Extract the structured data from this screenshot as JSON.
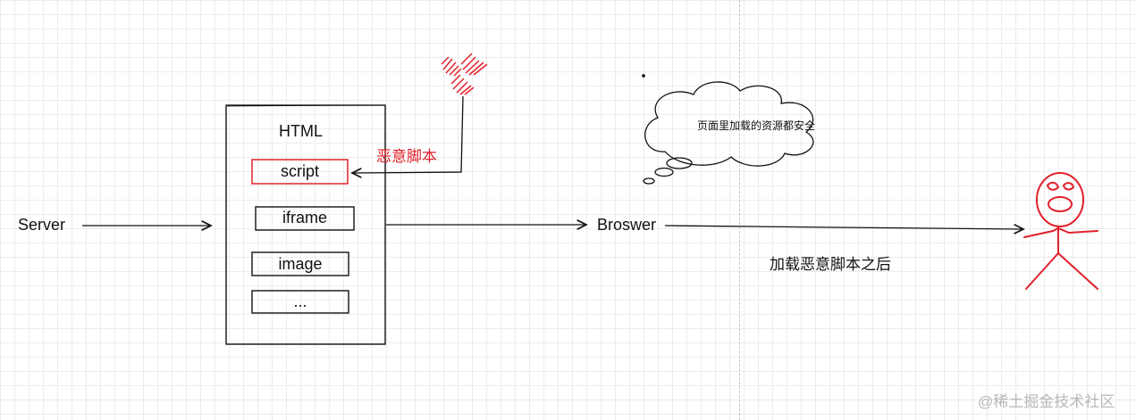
{
  "labels": {
    "server": "Server",
    "html_title": "HTML",
    "malicious_script": "恶意脚本",
    "browser": "Broswer",
    "cloud_text": "页面里加载的资源都安全",
    "after_loading": "加载恶意脚本之后",
    "watermark": "@稀土掘金技术社区"
  },
  "html_items": [
    {
      "label": "script",
      "highlighted": true
    },
    {
      "label": "iframe",
      "highlighted": false
    },
    {
      "label": "image",
      "highlighted": false
    },
    {
      "label": "...",
      "highlighted": false
    }
  ],
  "colors": {
    "accent_red": "#e0202a",
    "ink": "#111111",
    "grid": "#ececec",
    "watermark": "#b7b7b7"
  },
  "icons": [
    "hacker-scribble-icon",
    "thought-cloud-icon",
    "stick-figure-icon"
  ]
}
